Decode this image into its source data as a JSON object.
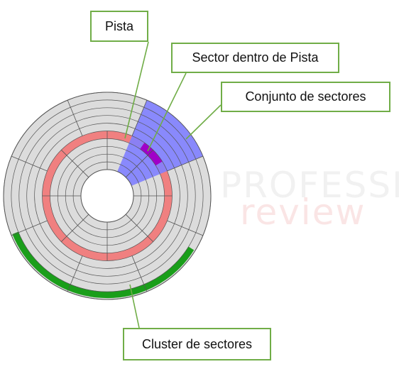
{
  "labels": {
    "track": "Pista",
    "sector_in_track": "Sector dentro de Pista",
    "sector_set": "Conjunto de sectores",
    "cluster": "Cluster de sectores"
  },
  "watermark": {
    "line1": "PROFESSIONAL",
    "line2": "review"
  },
  "disk": {
    "ring_count": 10,
    "radial_divisions": 8,
    "colors": {
      "platter": "#dcdcdc",
      "lines": "#555555",
      "track_highlight": "#f08080",
      "sector_set": "#7f7fff",
      "sector_in_track": "#a000c8",
      "cluster": "#1a9e1a",
      "connector": "#70ad47"
    }
  }
}
